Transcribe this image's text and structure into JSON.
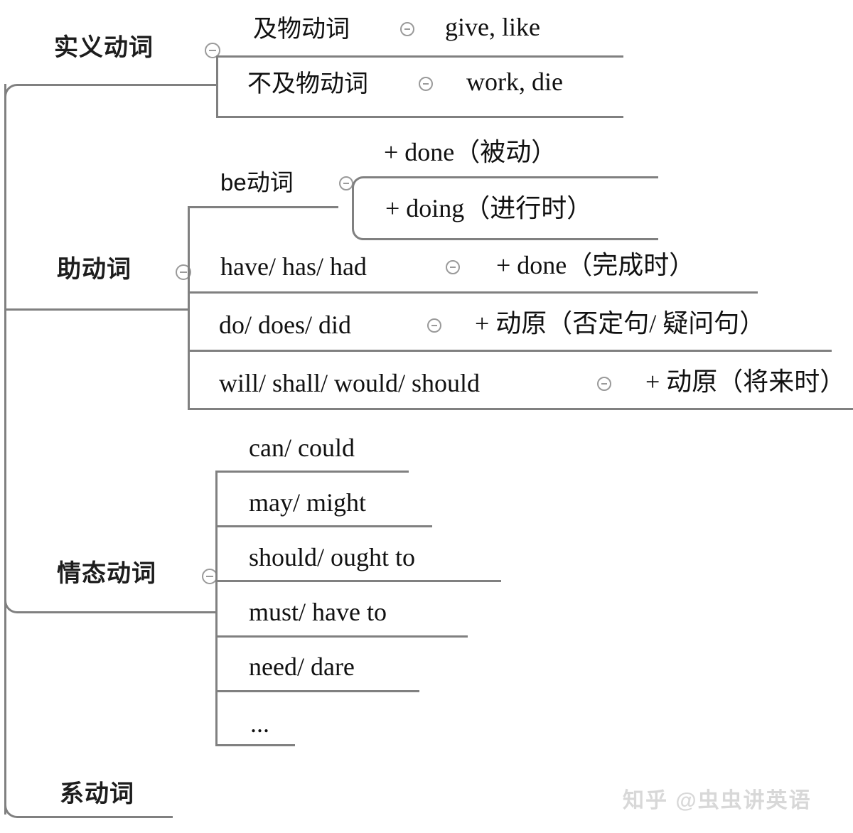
{
  "diagram": {
    "title": "英语动词分类思维导图",
    "line_color": "#808080",
    "text_color": "#111111",
    "toggle_icon": "collapse-minus-icon"
  },
  "branches": {
    "notional": {
      "label": "实义动词",
      "children": [
        {
          "label": "及物动词",
          "example": "give, like"
        },
        {
          "label": "不及物动词",
          "example": "work, die"
        }
      ]
    },
    "auxiliary": {
      "label": "助动词",
      "children": [
        {
          "label": "be动词",
          "children": [
            {
              "label": "+ done（被动）"
            },
            {
              "label": "+ doing（进行时）"
            }
          ]
        },
        {
          "label": "have/ has/ had",
          "result": "+ done（完成时）"
        },
        {
          "label": "do/ does/ did",
          "result": "+ 动原（否定句/ 疑问句）"
        },
        {
          "label": "will/ shall/ would/ should",
          "result": "+ 动原（将来时）"
        }
      ]
    },
    "modal": {
      "label": "情态动词",
      "children": [
        {
          "label": "can/ could"
        },
        {
          "label": "may/ might"
        },
        {
          "label": "should/ ought to"
        },
        {
          "label": "must/ have to"
        },
        {
          "label": "need/ dare"
        },
        {
          "label": "..."
        }
      ]
    },
    "linking": {
      "label": "系动词"
    }
  },
  "watermark": {
    "text": "知乎 @虫虫讲英语"
  }
}
